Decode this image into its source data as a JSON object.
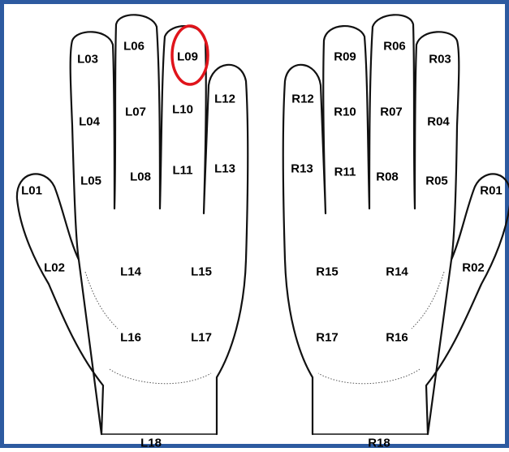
{
  "diagram": {
    "border_color": "#2d5aa0",
    "highlight_color": "#e0141b",
    "highlighted_region": "L09",
    "left_hand_labels": [
      "L01",
      "L02",
      "L03",
      "L04",
      "L05",
      "L06",
      "L07",
      "L08",
      "L09",
      "L10",
      "L11",
      "L12",
      "L13",
      "L14",
      "L15",
      "L16",
      "L17",
      "L18"
    ],
    "right_hand_labels": [
      "R01",
      "R02",
      "R03",
      "R04",
      "R05",
      "R06",
      "R07",
      "R08",
      "R09",
      "R10",
      "R11",
      "R12",
      "R13",
      "R14",
      "R15",
      "R16",
      "R17",
      "R18"
    ]
  }
}
